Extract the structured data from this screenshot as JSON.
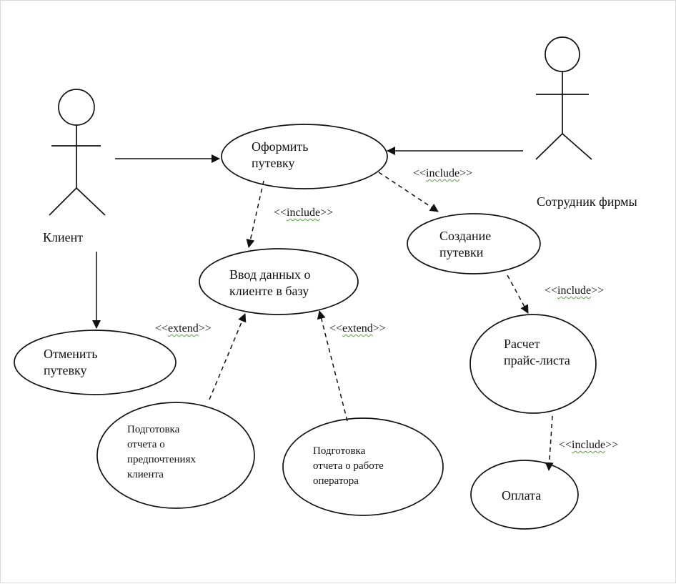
{
  "diagram": {
    "actors": [
      {
        "id": "client",
        "name": "Клиент"
      },
      {
        "id": "employee",
        "name": "Сотрудник фирмы"
      }
    ],
    "use_cases": [
      {
        "id": "book_trip",
        "lines": [
          "Оформить",
          "путевку"
        ]
      },
      {
        "id": "create_trip",
        "lines": [
          "Создание",
          "путевки"
        ]
      },
      {
        "id": "enter_client_data",
        "lines": [
          "Ввод данных о",
          "клиенте в базу"
        ]
      },
      {
        "id": "cancel_trip",
        "lines": [
          "Отменить",
          "путевку"
        ]
      },
      {
        "id": "price_list",
        "lines": [
          "Расчет",
          "прайс-листа"
        ]
      },
      {
        "id": "client_preferences_report",
        "lines": [
          "Подготовка",
          "отчета о",
          "предпочтениях",
          "клиента"
        ]
      },
      {
        "id": "operator_report",
        "lines": [
          "Подготовка",
          "отчета о работе",
          "оператора"
        ]
      },
      {
        "id": "payment",
        "lines": [
          "Оплата"
        ]
      }
    ],
    "relations": [
      {
        "id": "include_employee_book",
        "text": "<<include>>",
        "prefix": "<<",
        "keyword": "include",
        "suffix": ">>"
      },
      {
        "id": "include_book_enter",
        "text": "<<include>>",
        "prefix": "<<",
        "keyword": "include",
        "suffix": ">>"
      },
      {
        "id": "include_create_price",
        "text": "<<include>>",
        "prefix": "<<",
        "keyword": "include",
        "suffix": ">>"
      },
      {
        "id": "include_price_payment",
        "text": "<<include>>",
        "prefix": "<<",
        "keyword": "include",
        "suffix": ">>"
      },
      {
        "id": "extend_client_report",
        "text": "<< extend >>",
        "prefix": "<< ",
        "keyword": "extend",
        "suffix": " >>"
      },
      {
        "id": "extend_operator_report",
        "text": "<< extend >>",
        "prefix": "<< ",
        "keyword": "extend",
        "suffix": " >>"
      }
    ]
  }
}
